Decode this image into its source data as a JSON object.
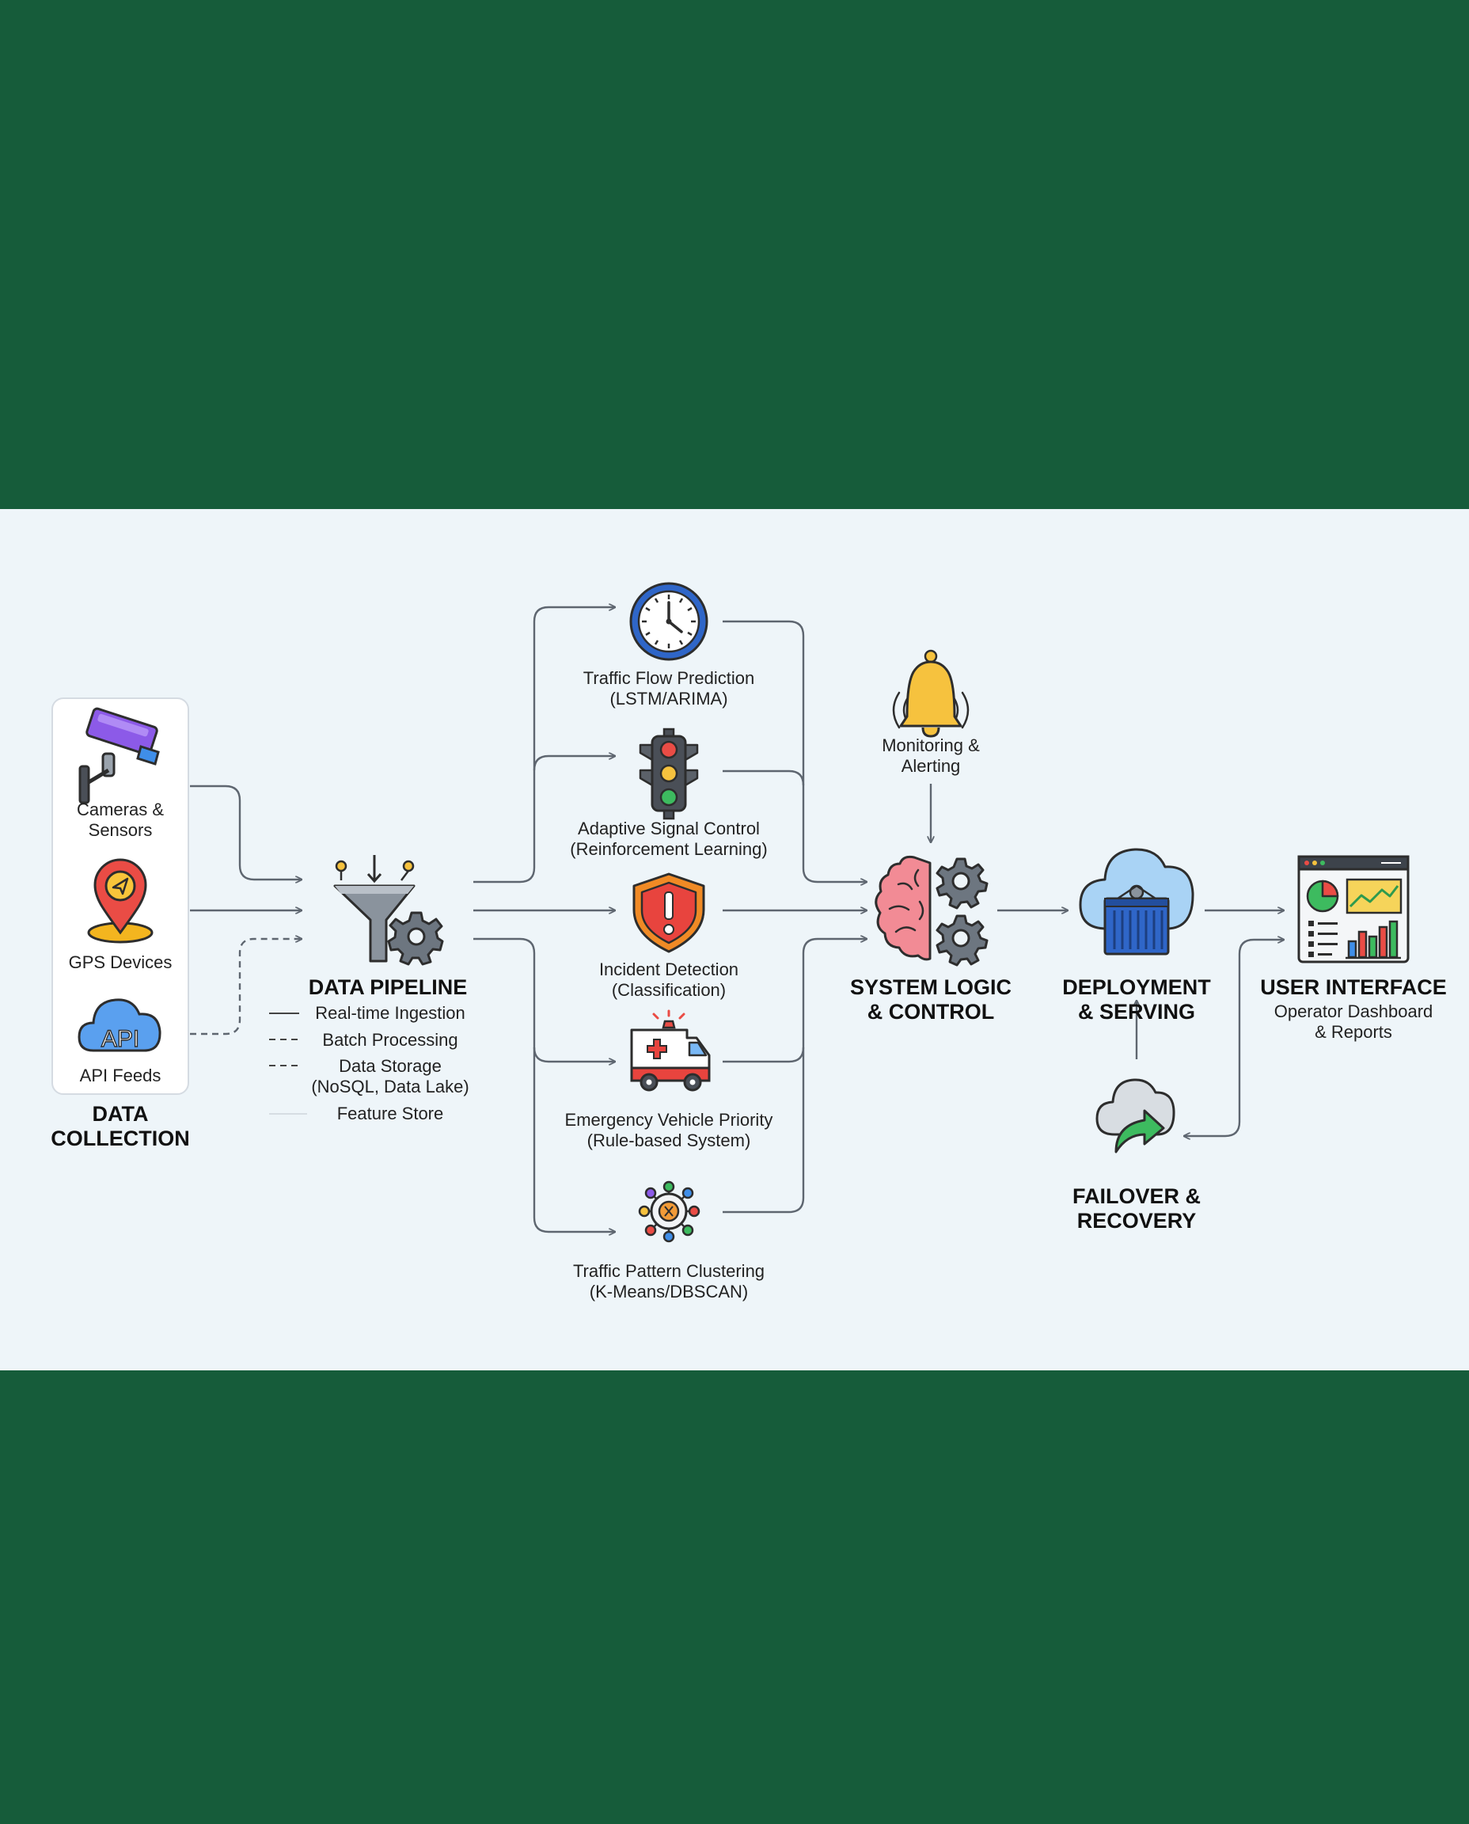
{
  "data_collection": {
    "title_line1": "DATA",
    "title_line2": "COLLECTION",
    "sources": [
      {
        "icon": "camera-icon",
        "label_line1": "Cameras &",
        "label_line2": "Sensors"
      },
      {
        "icon": "gps-pin-icon",
        "label_line1": "GPS Devices",
        "label_line2": ""
      },
      {
        "icon": "api-cloud-icon",
        "label_line1": "API Feeds",
        "label_line2": "",
        "icon_text": "API"
      }
    ]
  },
  "data_pipeline": {
    "title": "DATA PIPELINE",
    "items": [
      {
        "label": "Real-time Ingestion",
        "line_style": "solid"
      },
      {
        "label": "Batch Processing",
        "line_style": "dashed"
      },
      {
        "label_line1": "Data Storage",
        "label_line2": "(NoSQL, Data Lake)",
        "line_style": "dashed"
      },
      {
        "label": "Feature Store",
        "line_style": "faint"
      }
    ]
  },
  "models": [
    {
      "icon": "clock-icon",
      "line1": "Traffic Flow Prediction",
      "line2": "(LSTM/ARIMA)"
    },
    {
      "icon": "traffic-light-icon",
      "line1": "Adaptive Signal Control",
      "line2": "(Reinforcement Learning)"
    },
    {
      "icon": "shield-alert-icon",
      "line1": "Incident Detection",
      "line2": "(Classification)"
    },
    {
      "icon": "ambulance-icon",
      "line1": "Emergency Vehicle Priority",
      "line2": "(Rule-based System)"
    },
    {
      "icon": "cluster-network-icon",
      "line1": "Traffic Pattern Clustering",
      "line2": "(K-Means/DBSCAN)"
    }
  ],
  "monitoring": {
    "icon": "bell-icon",
    "line1": "Monitoring &",
    "line2": "Alerting"
  },
  "system_logic": {
    "icon": "brain-gears-icon",
    "line1": "SYSTEM LOGIC",
    "line2": "& CONTROL"
  },
  "deployment": {
    "icon": "cloud-container-icon",
    "line1": "DEPLOYMENT",
    "line2": "& SERVING"
  },
  "failover": {
    "icon": "cloud-recovery-icon",
    "line1": "FAILOVER &",
    "line2": "RECOVERY"
  },
  "user_interface": {
    "icon": "dashboard-icon",
    "title": "USER INTERFACE",
    "line1": "Operator Dashboard",
    "line2": "& Reports"
  },
  "colors": {
    "background": "#165c3a",
    "panel": "#eef5f9",
    "connector": "#5e6670"
  }
}
